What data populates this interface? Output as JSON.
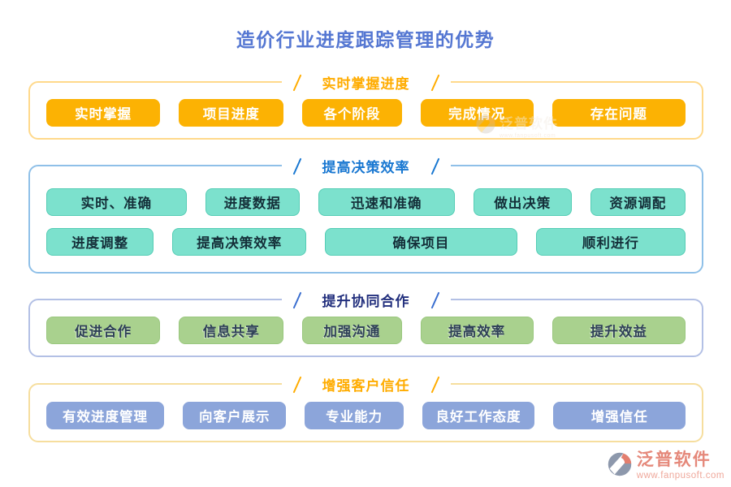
{
  "page": {
    "title": "造价行业进度跟踪管理的优势",
    "title_color": "#5577d2",
    "background": "#ffffff"
  },
  "sections": [
    {
      "key": "realtime-progress",
      "title": "实时掌握进度",
      "colors": {
        "title": "#ffac00",
        "slash": "#ffac00",
        "box_border": "#ffd98b",
        "pill_bg": "#fcb203",
        "pill_fg": "#ffffff",
        "pill_border": "#fcb203"
      },
      "rows": [
        [
          "实时掌握",
          "项目进度",
          "各个阶段",
          "完成情况",
          "存在问题"
        ]
      ]
    },
    {
      "key": "decision-efficiency",
      "title": "提高决策效率",
      "colors": {
        "title": "#1877d1",
        "slash": "#1877d1",
        "box_border": "#8fc0e8",
        "pill_bg": "#7ce1cd",
        "pill_fg": "#142f39",
        "pill_border": "#55cdb5"
      },
      "rows": [
        [
          "实时、准确",
          "进度数据",
          "迅速和准确",
          "做出决策",
          "资源调配"
        ],
        [
          "进度调整",
          "提高决策效率",
          "确保项目",
          "顺利进行"
        ]
      ]
    },
    {
      "key": "collaboration",
      "title": "提升协同合作",
      "colors": {
        "title": "#222f7d",
        "slash": "#3a6ed0",
        "box_border": "#b3c0e5",
        "pill_bg": "#a9d18e",
        "pill_fg": "#2e4057",
        "pill_border": "#9ac77e"
      },
      "rows": [
        [
          "促进合作",
          "信息共享",
          "加强沟通",
          "提高效率",
          "提升效益"
        ]
      ]
    },
    {
      "key": "customer-trust",
      "title": "增强客户信任",
      "colors": {
        "title": "#ffac00",
        "slash": "#ffac00",
        "box_border": "#f6de9e",
        "pill_bg": "#8ca5da",
        "pill_fg": "#ffffff",
        "pill_border": "#8ca5da"
      },
      "rows": [
        [
          "有效进度管理",
          "向客户展示",
          "专业能力",
          "良好工作态度",
          "增强信任"
        ]
      ]
    }
  ],
  "watermark": {
    "text": "泛普软件",
    "subtext": "www.fanpusoft.com"
  },
  "footer": {
    "brand": "泛普软件",
    "url": "www.fanpusoft.com",
    "brand_color": "#e5887a",
    "url_color": "#efa89b",
    "logo_gray": "#8d98ac",
    "logo_salmon": "#e37e6e"
  }
}
